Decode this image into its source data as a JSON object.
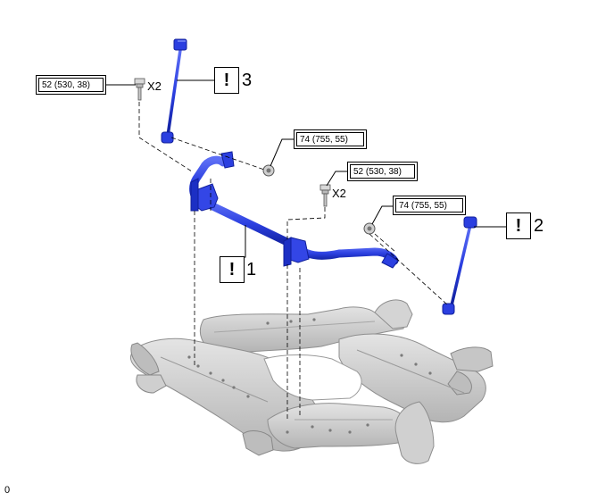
{
  "callouts": {
    "torque_left": "52 (530, 38)",
    "torque_nut_left": "74 (755, 55)",
    "torque_right": "52 (530, 38)",
    "torque_nut_right": "74 (755, 55)",
    "qty_left": "X2",
    "qty_right": "X2",
    "caution_symbol": "!",
    "part_1": "1",
    "part_2": "2",
    "part_3": "3"
  },
  "footer": {
    "code": "0"
  },
  "colors": {
    "part_blue": "#2b3fe0",
    "part_blue_dark": "#101f9a",
    "frame_grey": "#c8c8c8",
    "frame_shadow": "#8e8e8e",
    "leader_line": "#000000"
  },
  "icons": [
    "caution-icon",
    "bolt-icon",
    "nut-icon"
  ]
}
